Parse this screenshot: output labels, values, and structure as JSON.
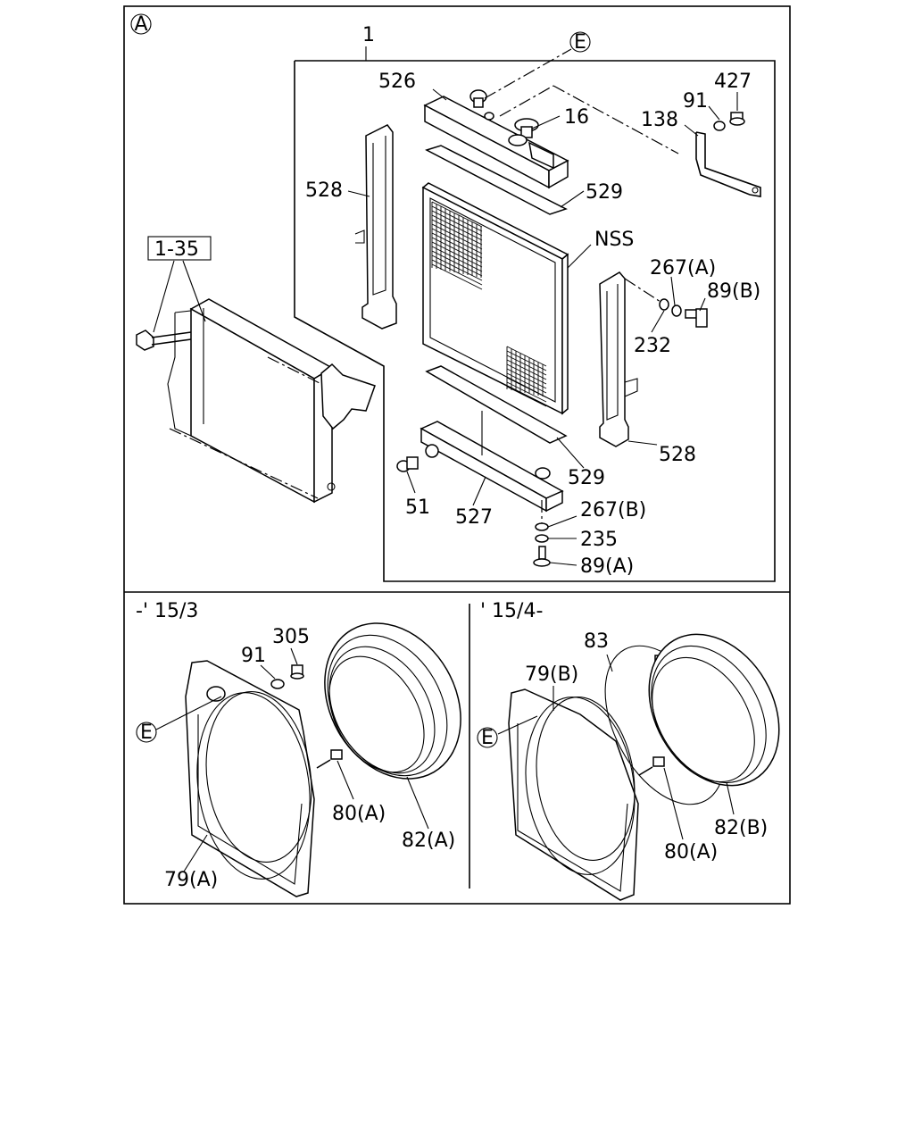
{
  "title_marker": "A",
  "section_labels": {
    "lower_left": "-' 15/3",
    "lower_right": "' 15/4-"
  },
  "callouts": {
    "c1": "1",
    "c526": "526",
    "cE_top": "E",
    "c427": "427",
    "c91_top": "91",
    "c138": "138",
    "c16": "16",
    "c528_left": "528",
    "c529_top": "529",
    "cNSS": "NSS",
    "c1_35": "1-35",
    "c267A": "267(A)",
    "c89B": "89(B)",
    "c232": "232",
    "c528_right": "528",
    "c529_bottom": "529",
    "c51": "51",
    "c527": "527",
    "c267B": "267(B)",
    "c235": "235",
    "c89A": "89(A)",
    "c305": "305",
    "c91_bottom": "91",
    "cE_left": "E",
    "c80A_left": "80(A)",
    "c82A": "82(A)",
    "c79A": "79(A)",
    "c83": "83",
    "c79B": "79(B)",
    "cE_right": "E",
    "c80A_right": "80(A)",
    "c82B": "82(B)"
  }
}
